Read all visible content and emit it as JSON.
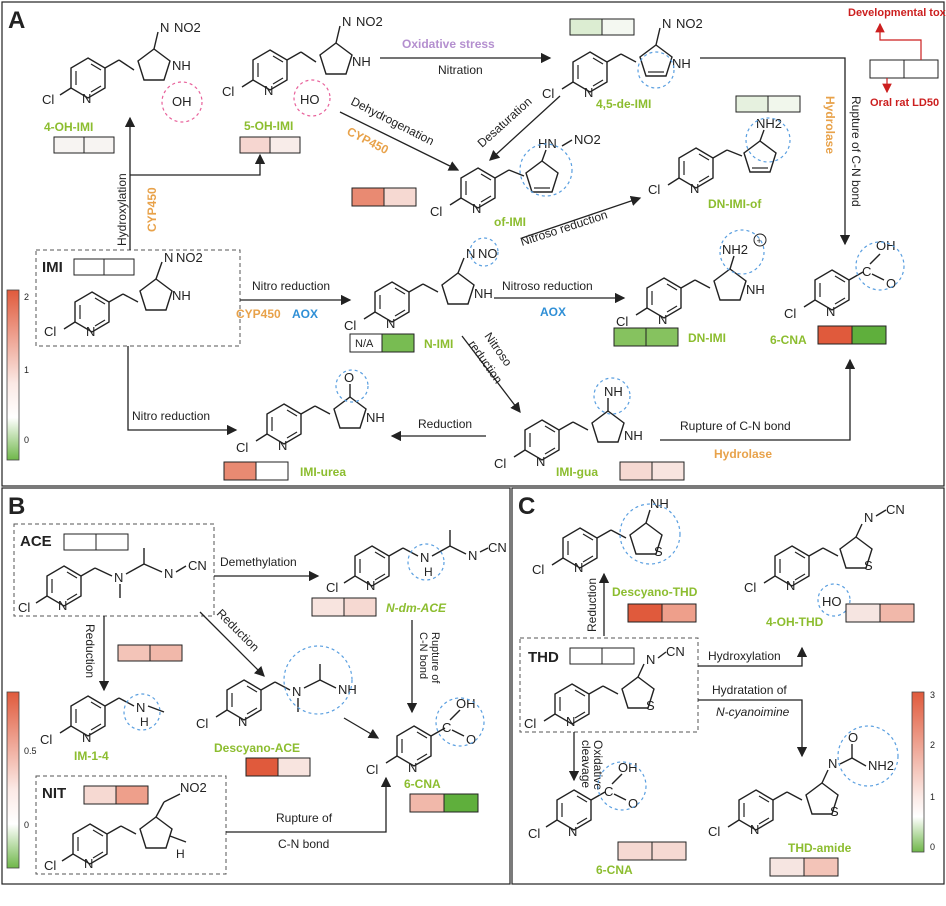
{
  "panels": {
    "A": {
      "letter": "A",
      "compounds": {
        "imi": "IMI",
        "oh4": "4-OH-IMI",
        "oh5": "5-OH-IMI",
        "de45": "4,5-de-IMI",
        "ofimi": "of-IMI",
        "dnimiof": "DN-IMI-of",
        "nimi": "N-IMI",
        "dnimi": "DN-IMI",
        "cna": "6-CNA",
        "urea": "IMI-urea",
        "gua": "IMI-gua"
      },
      "labels": {
        "oxidative": "Oxidative stress",
        "nitration": "Nitration",
        "dehydrogenation": "Dehydrogenation",
        "desaturation": "Desaturation",
        "hydroxylation": "Hydroxylation",
        "cyp_left": "CYP450",
        "cyp_mid": "CYP450",
        "nitroso_top": "Nitroso reduction",
        "nitro_red": "Nitro reduction",
        "cyp_low": "CYP450",
        "aox_low": "AOX",
        "nitroso_mid": "Nitroso reduction",
        "aox_mid": "AOX",
        "nitroso_diag1": "Nitroso",
        "nitroso_diag2": "reduction",
        "nitro_red2": "Nitro reduction",
        "reduction": "Reduction",
        "rupture_bottom": "Rupture of C-N bond",
        "hydrolase_bottom": "Hydrolase",
        "rupture_right": "Rupture of C-N bond",
        "hydrolase_right": "Hydrolase",
        "na": "N/A"
      },
      "legend": {
        "top": "Developmental toxicity",
        "bottom": "Oral rat LD50"
      },
      "scale_ticks": [
        "2",
        "1",
        "0"
      ]
    },
    "B": {
      "letter": "B",
      "compounds": {
        "ace": "ACE",
        "ndm": "N-dm-ACE",
        "im14": "IM-1-4",
        "desace": "Descyano-ACE",
        "cna": "6-CNA",
        "nit": "NIT"
      },
      "labels": {
        "demethylation": "Demethylation",
        "reduction_v": "Reduction",
        "reduction_d": "Reduction",
        "rupture_v1": "Rupture of",
        "rupture_v2": "C-N bond",
        "rupture_h1": "Rupture of",
        "rupture_h2": "C-N bond"
      },
      "scale_ticks": [
        "0.5",
        "0"
      ]
    },
    "C": {
      "letter": "C",
      "compounds": {
        "thd": "THD",
        "desthd": "Descyano-THD",
        "oh4": "4-OH-THD",
        "amide": "THD-amide",
        "cna": "6-CNA"
      },
      "labels": {
        "reduction": "Reduction",
        "hydroxylation": "Hydroxylation",
        "hydrat1": "Hydratation of",
        "hydrat2": "N-cyanoimine",
        "oxid1": "Oxidative",
        "oxid2": "cleavage"
      },
      "scale_ticks": [
        "3",
        "2",
        "1",
        "0"
      ]
    }
  },
  "atoms": {
    "cl": "Cl",
    "n": "N",
    "nh": "NH",
    "h": "H",
    "oh": "OH",
    "ho": "HO",
    "o": "O",
    "no2": "NO2",
    "no": "NO",
    "cn": "CN",
    "s": "S",
    "nh2": "NH2",
    "nh2plus": "NH2+",
    "hn": "HN",
    "c": "C"
  },
  "colors": {
    "title_green": "#8cbd2f",
    "enzyme_orange": "#e8a24a",
    "enzyme_blue": "#2f8fd6",
    "stress_purple": "#b48fcf",
    "tox_red": "#cc1f1f",
    "dash_blue": "#5a9fe0",
    "dash_pink": "#e8609a"
  }
}
